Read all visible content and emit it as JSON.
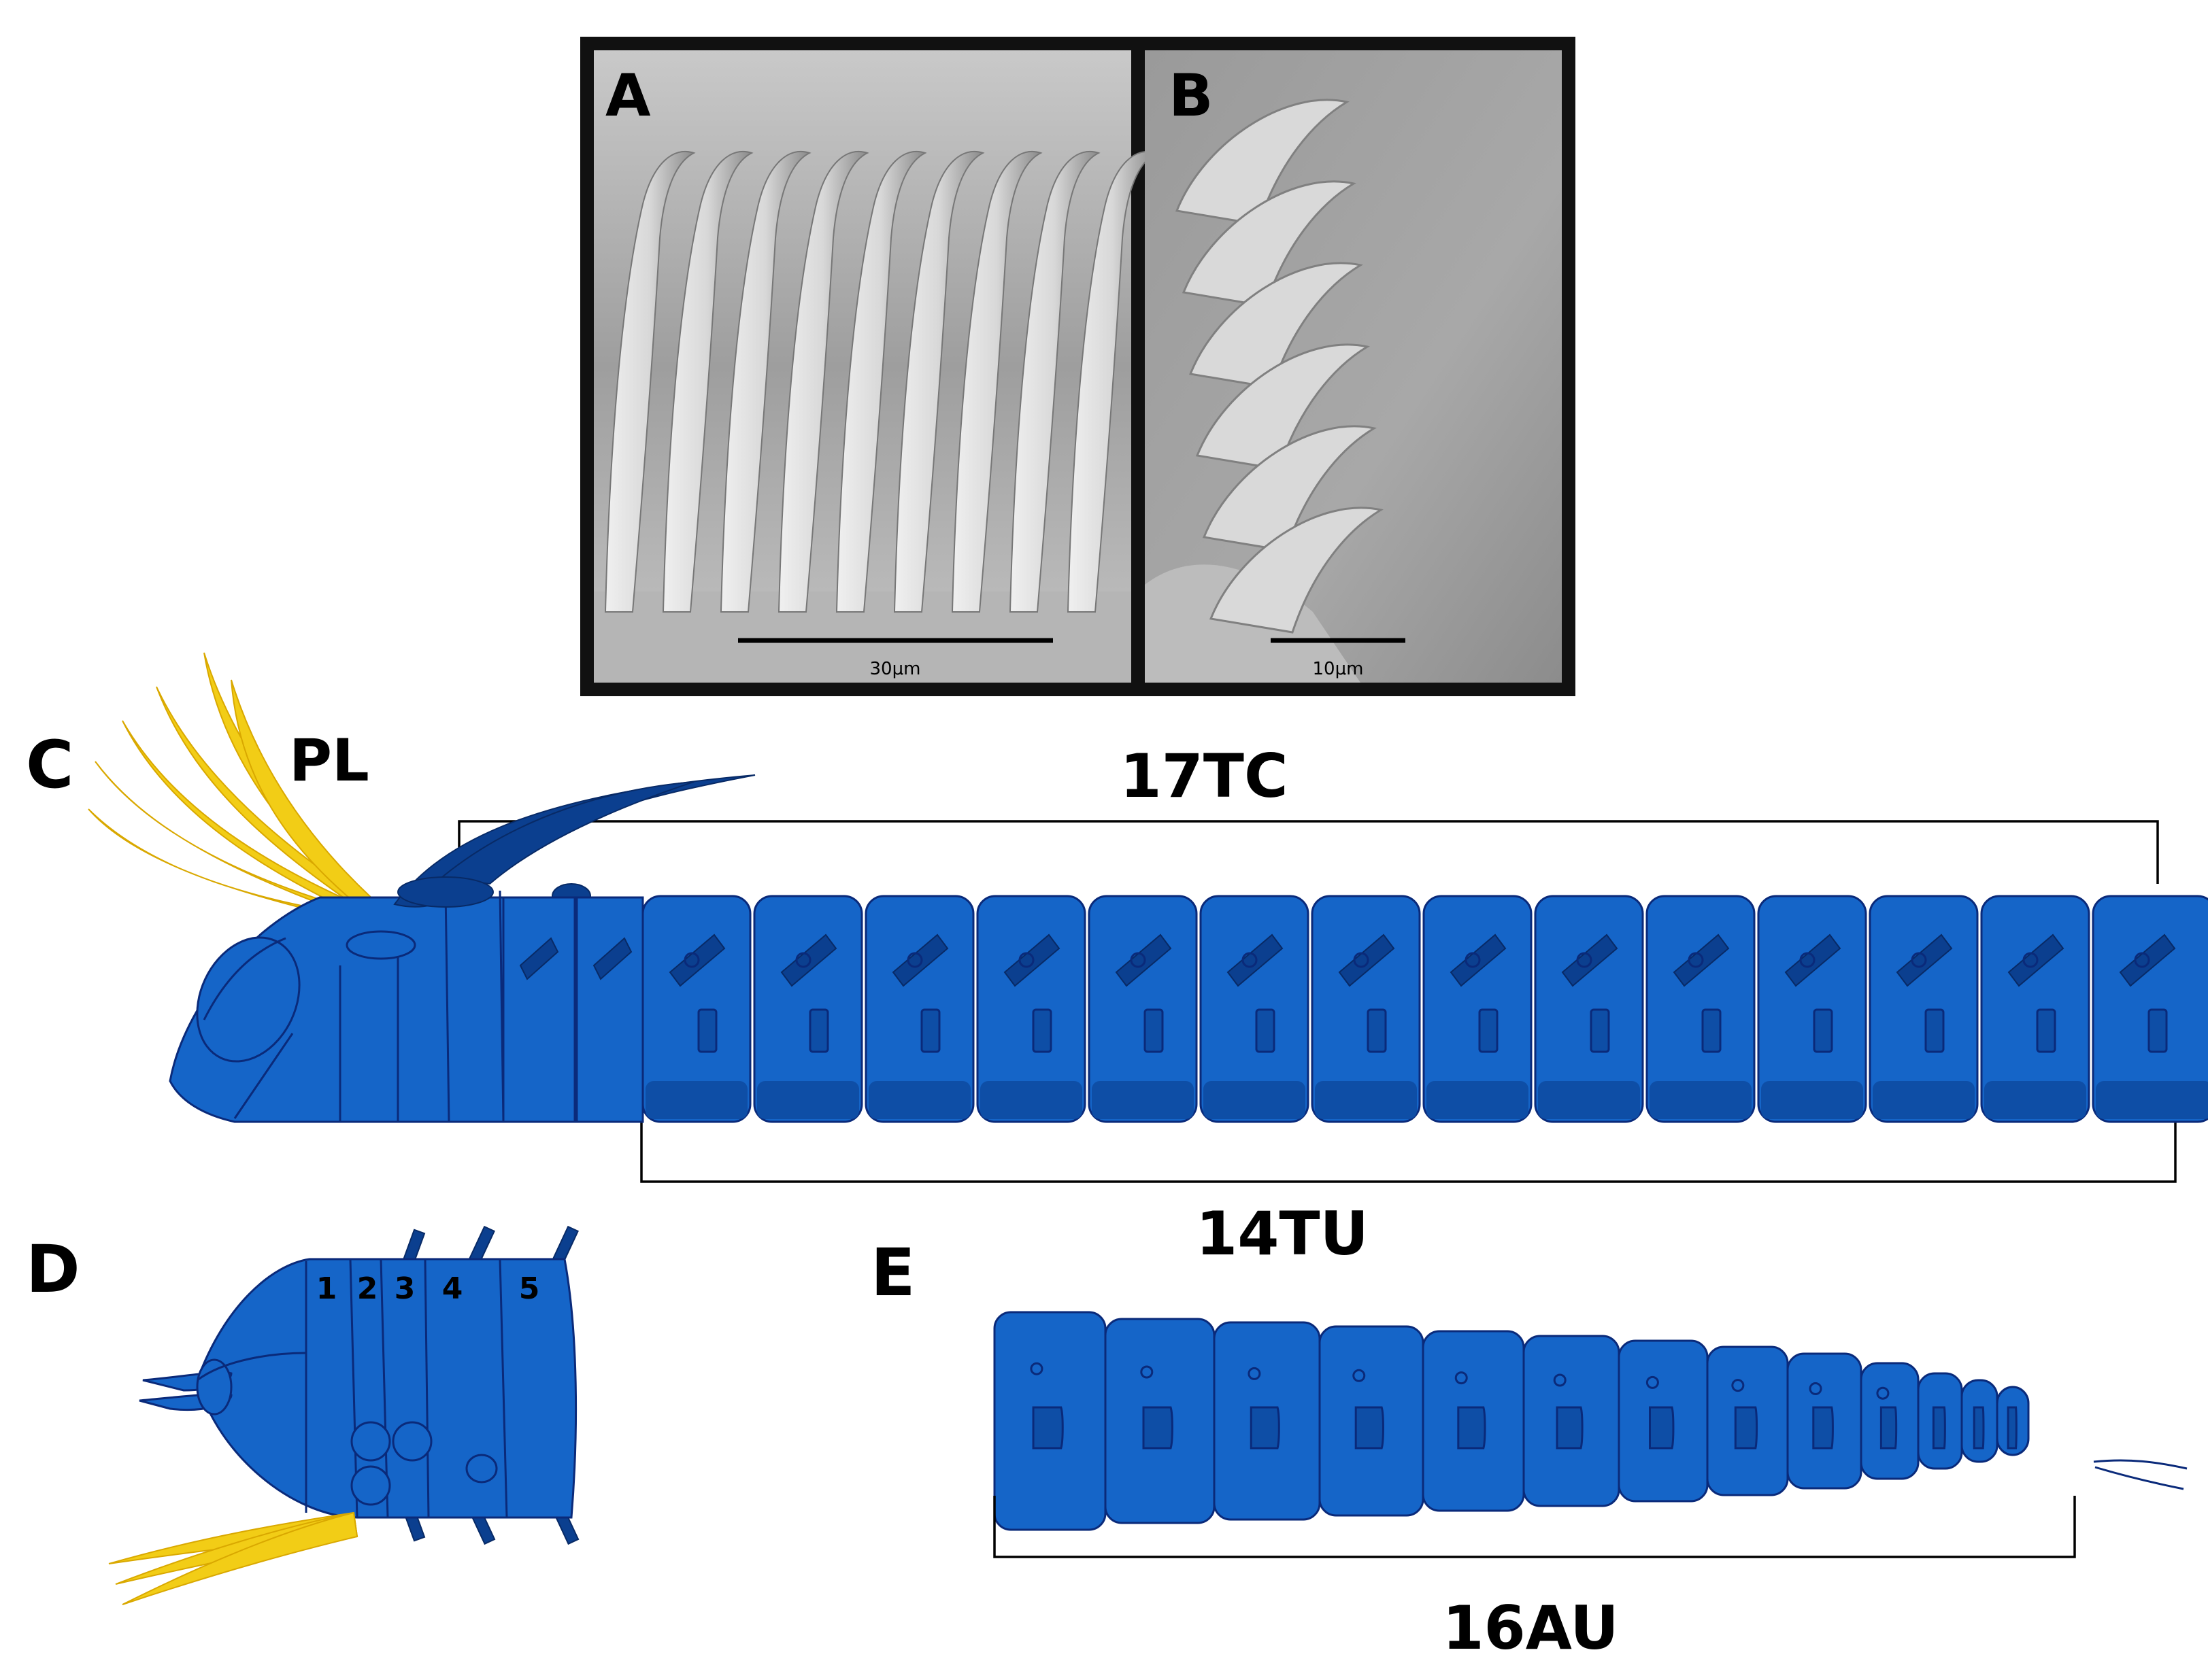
{
  "panels": {
    "A": {
      "label": "A",
      "scale_bar": "30μm"
    },
    "B": {
      "label": "B",
      "scale_bar": "10μm"
    },
    "C": {
      "label": "C",
      "pl": "PL",
      "tc": "17TC",
      "tu": "14TU"
    },
    "D": {
      "label": "D",
      "numbers": [
        "1",
        "2",
        "3",
        "4",
        "5"
      ]
    },
    "E": {
      "label": "E",
      "au": "16AU"
    }
  },
  "colors": {
    "body": "#1565c8",
    "outline": "#0a2a7a",
    "palea": "#f2cd16",
    "frame": "#111111",
    "sem_background": "#b8b8b8"
  }
}
